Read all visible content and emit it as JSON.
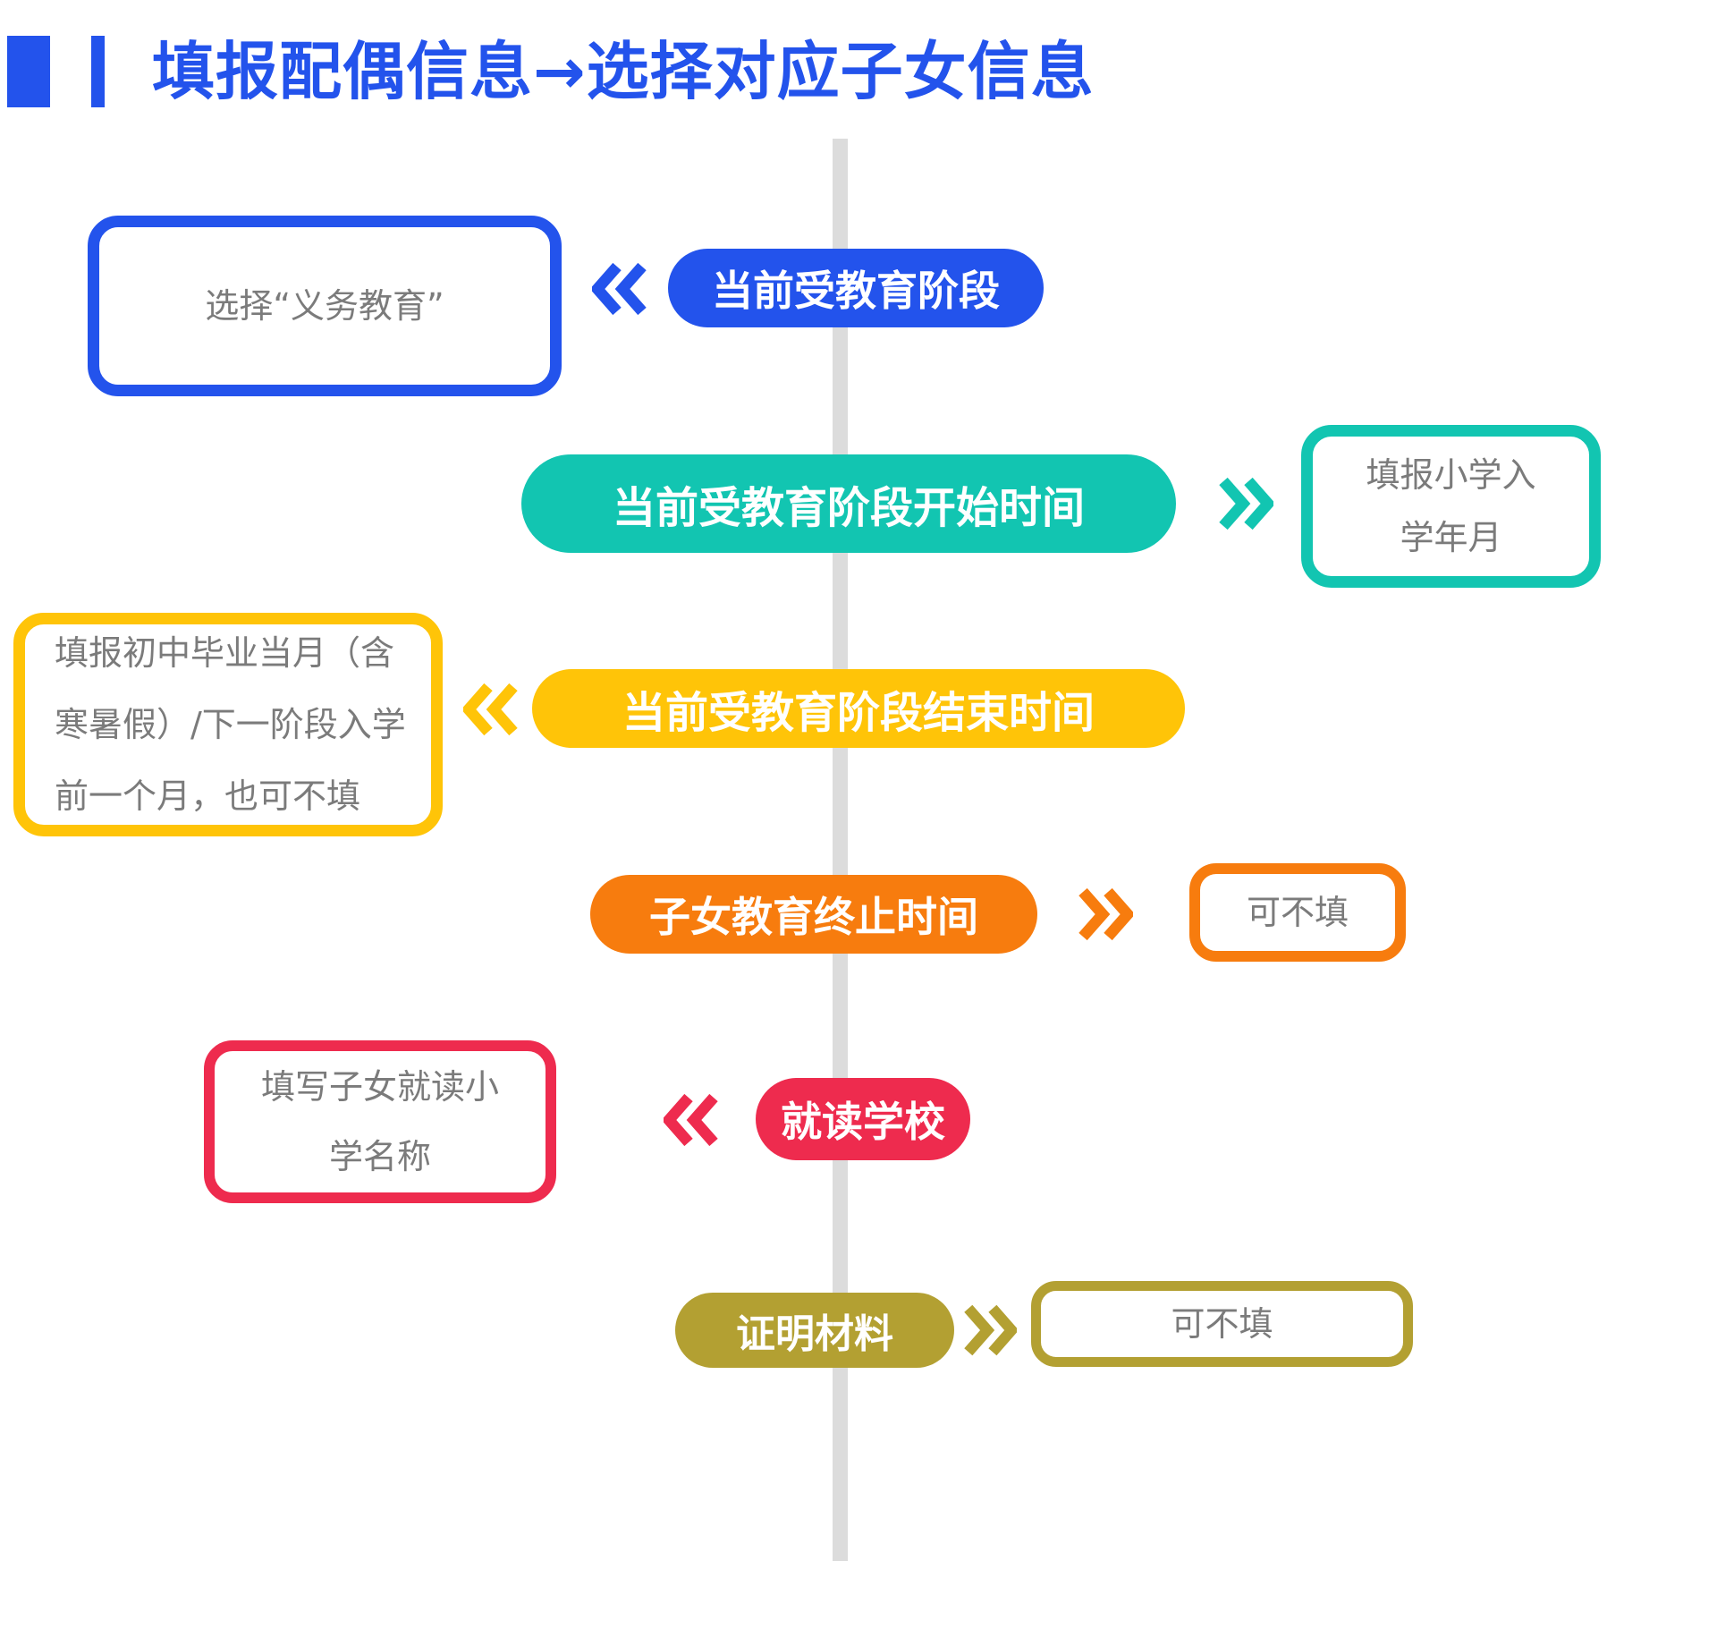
{
  "page": {
    "background": "#FFFFFF"
  },
  "title": {
    "text": "填报配偶信息→选择对应子女信息",
    "accent_color": "#2353EC"
  },
  "timeline": {
    "color": "#DCDCDC"
  },
  "note_text_color": "#7B7B7B",
  "steps": [
    {
      "pill_label": "当前受教育阶段",
      "color": "#2353EC",
      "arrow": "left",
      "note_lines": [
        "选择“义务教育”"
      ]
    },
    {
      "pill_label": "当前受教育阶段开始时间",
      "color": "#12C5B1",
      "arrow": "right",
      "note_lines": [
        "填报小学入",
        "学年月"
      ]
    },
    {
      "pill_label": "当前受教育阶段结束时间",
      "color": "#FFC408",
      "arrow": "left",
      "note_lines": [
        "填报初中毕业当月（含",
        "寒暑假）/下一阶段入学",
        "前一个月，也可不填"
      ]
    },
    {
      "pill_label": "子女教育终止时间",
      "color": "#F77C0E",
      "arrow": "right",
      "note_lines": [
        "可不填"
      ]
    },
    {
      "pill_label": "就读学校",
      "color": "#EE2B4E",
      "arrow": "left",
      "note_lines": [
        "填写子女就读小",
        "学名称"
      ]
    },
    {
      "pill_label": "证明材料",
      "color": "#B3A032",
      "arrow": "right",
      "note_lines": [
        "可不填"
      ]
    }
  ]
}
